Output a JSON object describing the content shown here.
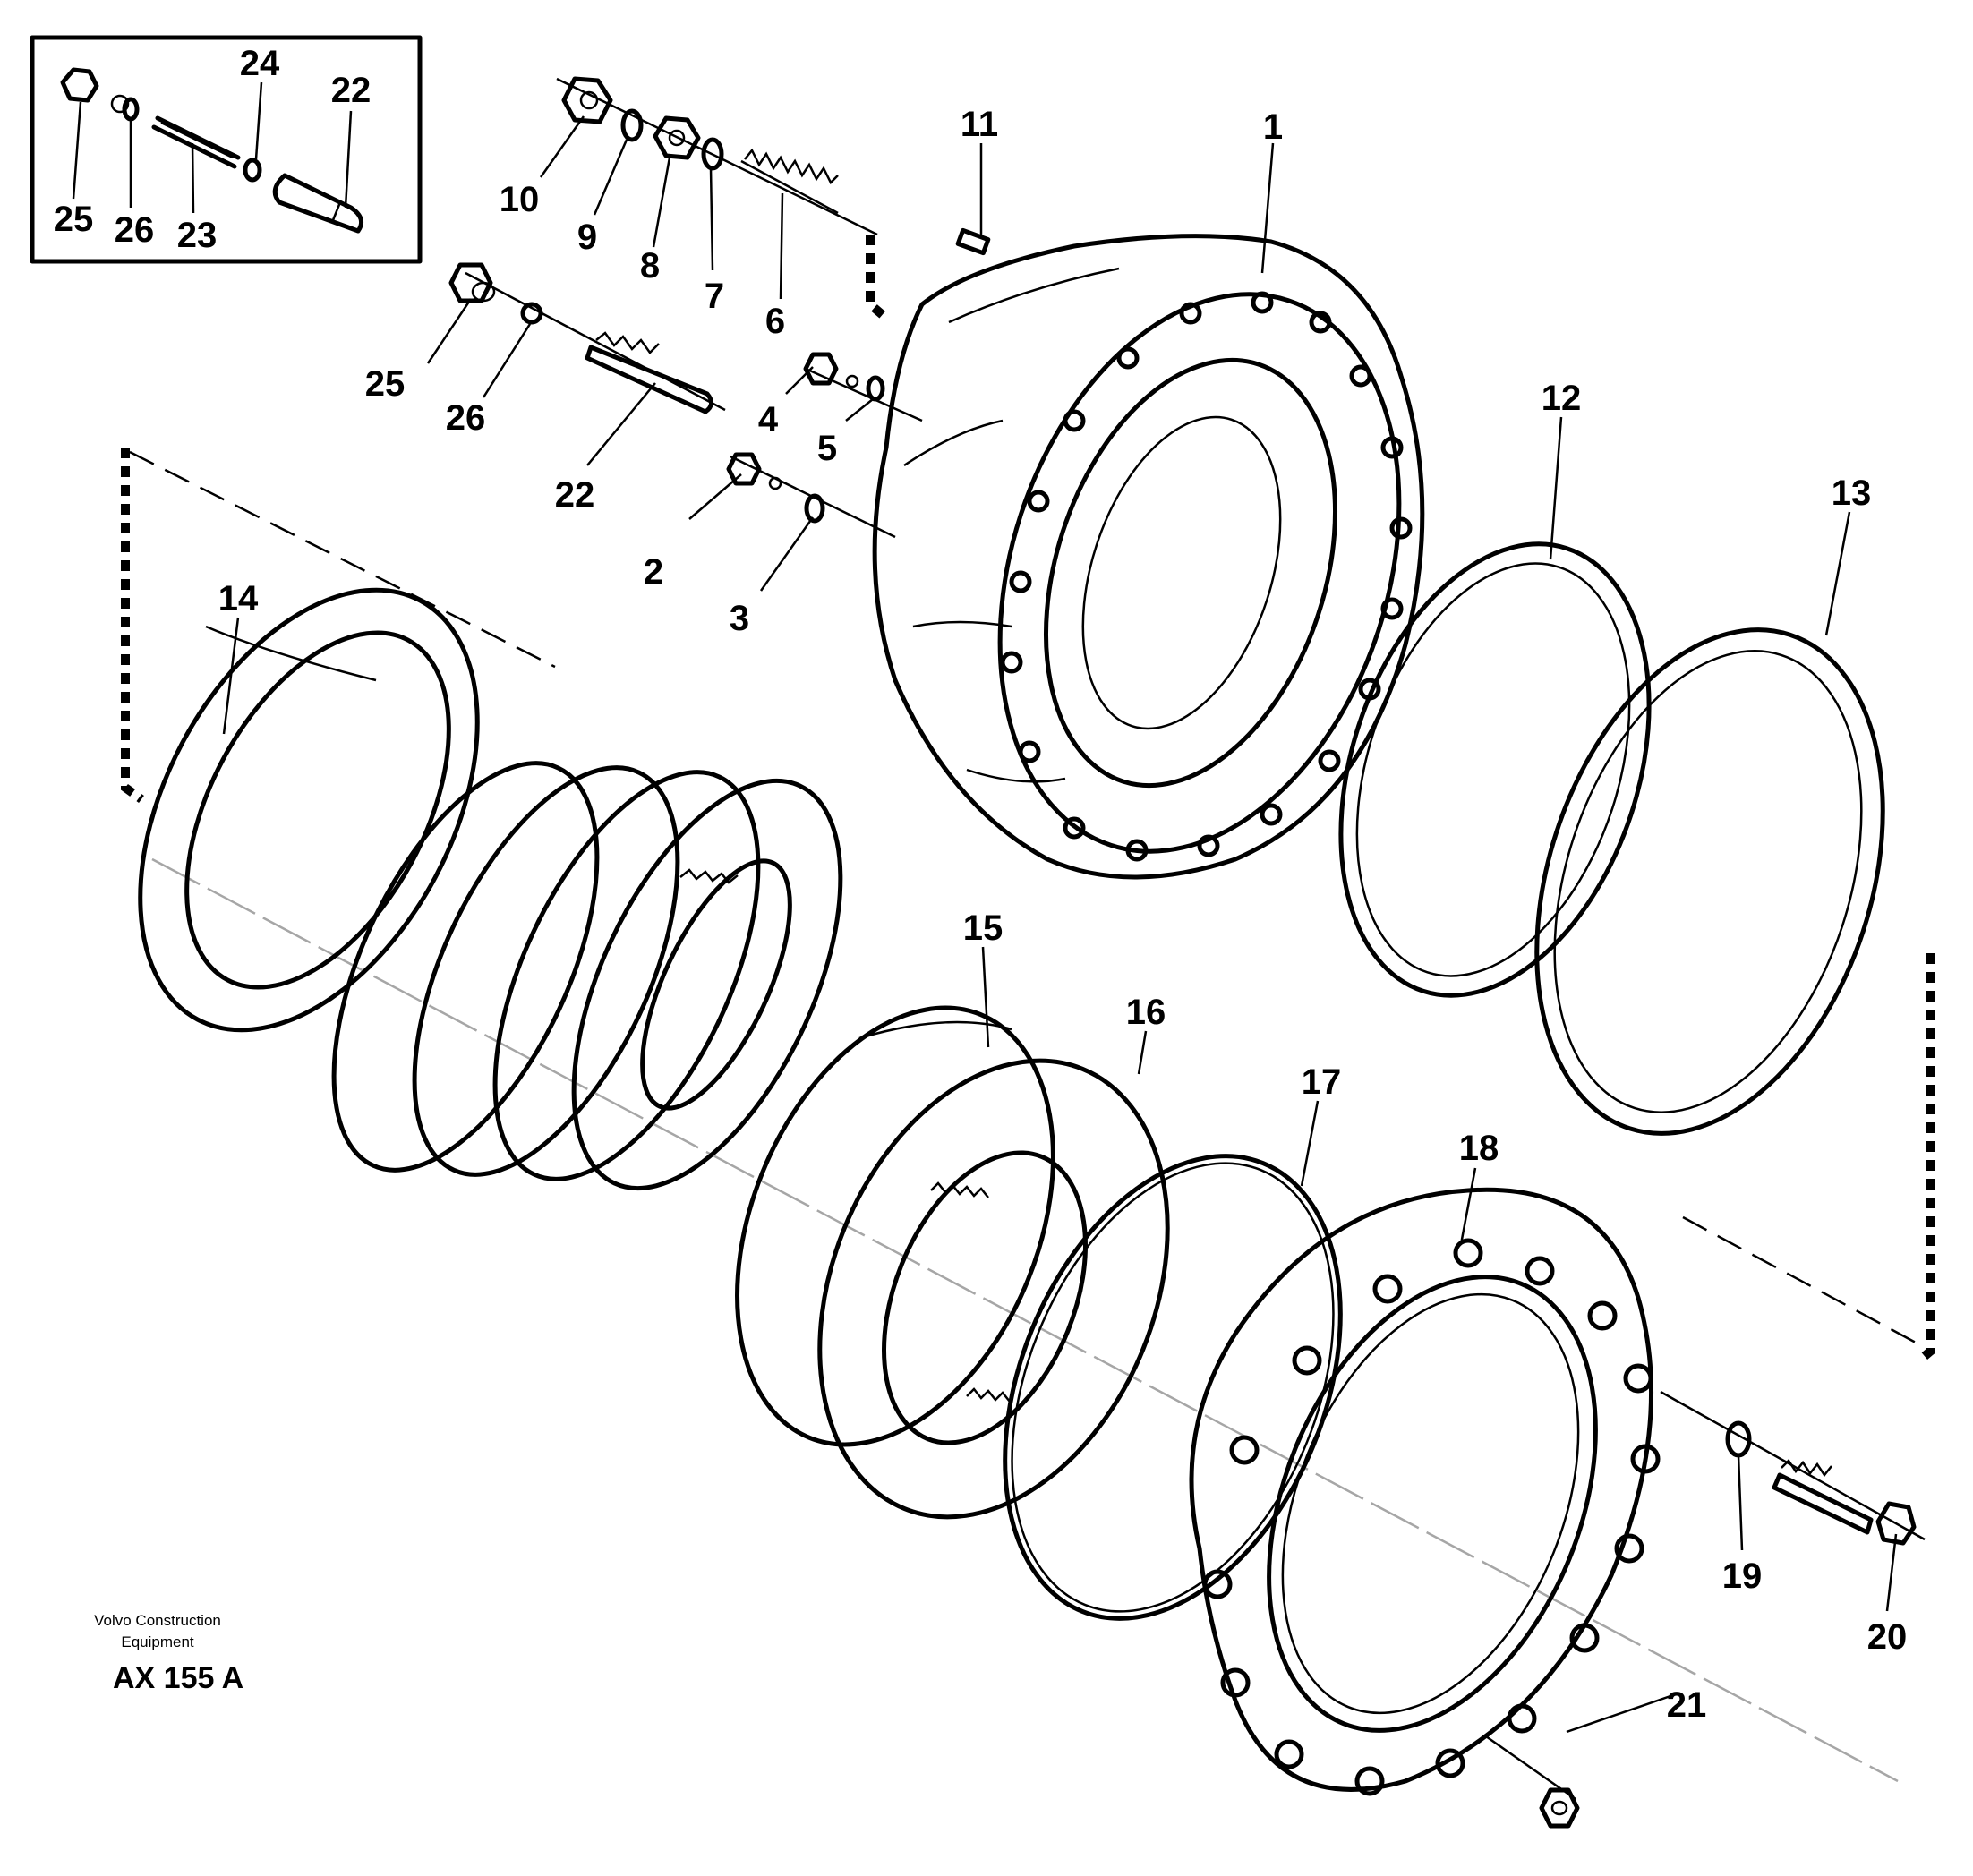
{
  "credit": {
    "line1": "Volvo Construction",
    "line2": "Equipment"
  },
  "drawing_number": "AX 155 A",
  "inset_callouts": [
    "25",
    "26",
    "23",
    "24",
    "22"
  ],
  "callouts": [
    "1",
    "2",
    "3",
    "4",
    "5",
    "6",
    "7",
    "8",
    "9",
    "10",
    "11",
    "12",
    "13",
    "14",
    "15",
    "16",
    "17",
    "18",
    "19",
    "20",
    "21",
    "22",
    "25",
    "26"
  ]
}
